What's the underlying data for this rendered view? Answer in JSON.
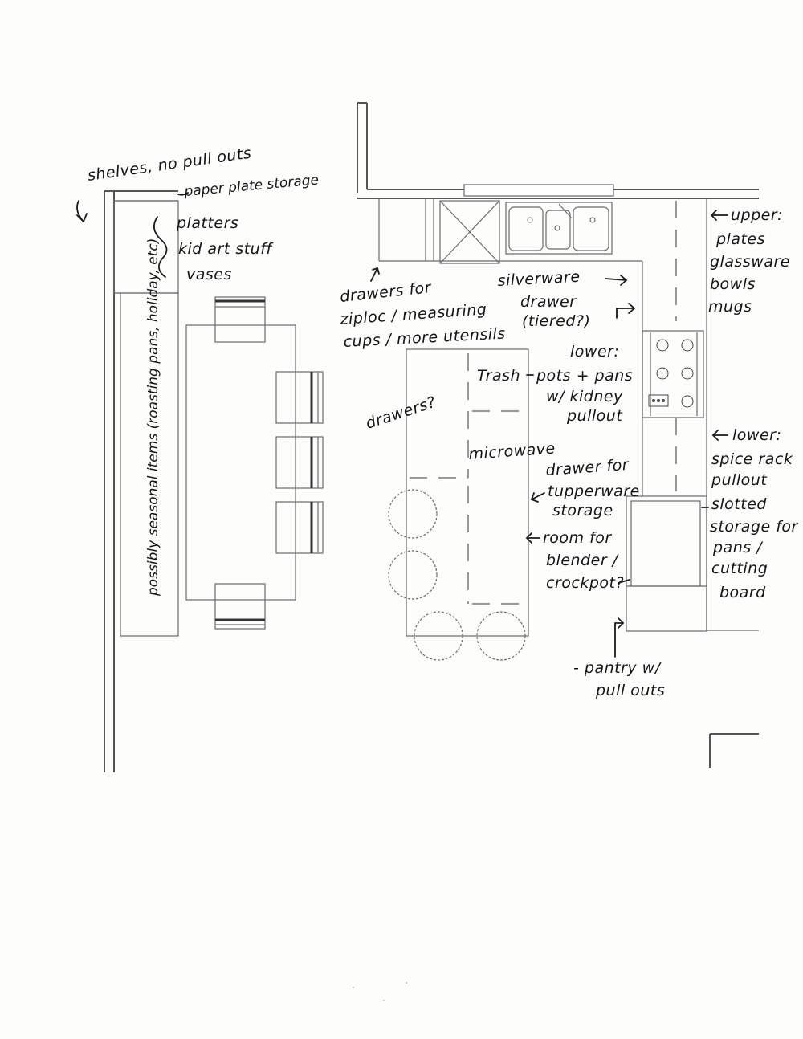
{
  "notes": {
    "shelves": "shelves, no pull outs",
    "paper_plate": "paper plate storage",
    "platters": "platters",
    "kid_art": "kid art stuff",
    "vases": "vases",
    "seasonal": "possibly seasonal items (roasting pans, holiday, etc)",
    "drawers_ziploc_1": "drawers for",
    "drawers_ziploc_2": "ziploc / measuring",
    "drawers_ziploc_3": "cups / more utensils",
    "silverware_1": "silverware",
    "silverware_2": "drawer",
    "silverware_3": "(tiered?)",
    "upper_1": "upper:",
    "upper_2": "plates",
    "upper_3": "glassware",
    "upper_4": "bowls",
    "upper_5": "mugs",
    "trash": "Trash",
    "lower1_1": "lower:",
    "lower1_2": "pots + pans",
    "lower1_3": "w/ kidney",
    "lower1_4": "pullout",
    "drawers_q": "drawers?",
    "microwave": "microwave",
    "tupperware_1": "drawer for",
    "tupperware_2": "tupperware",
    "tupperware_3": "storage",
    "blender_1": "room for",
    "blender_2": "blender /",
    "blender_3": "crockpot?",
    "lower2_1": "lower:",
    "lower2_2": "spice rack",
    "lower2_3": "pullout",
    "lower2_4": "slotted",
    "lower2_5": "storage for",
    "lower2_6": "pans /",
    "lower2_7": "cutting",
    "lower2_8": "board",
    "pantry_1": "- pantry w/",
    "pantry_2": "pull outs"
  }
}
